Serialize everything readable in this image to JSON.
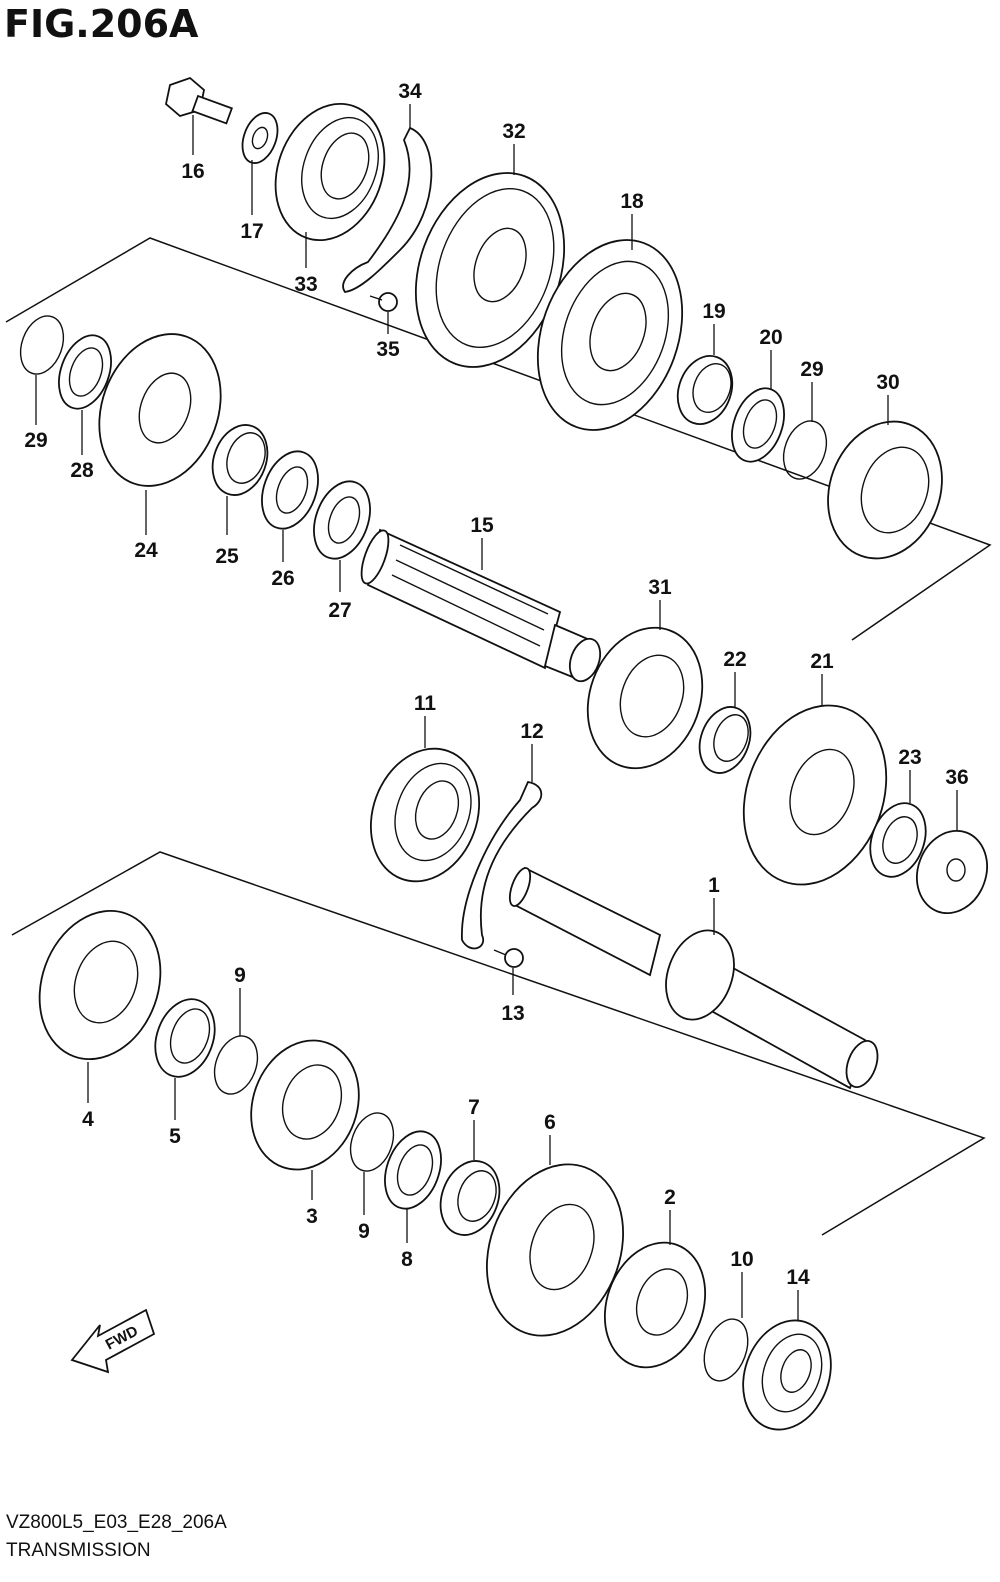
{
  "figure": {
    "title": "FIG.206A",
    "code": "VZ800L5_E03_E28_206A",
    "caption": "TRANSMISSION"
  },
  "fwd_label": "FWD",
  "callouts": [
    {
      "id": "c16",
      "label": "16"
    },
    {
      "id": "c17",
      "label": "17"
    },
    {
      "id": "c33",
      "label": "33"
    },
    {
      "id": "c34",
      "label": "34"
    },
    {
      "id": "c35",
      "label": "35"
    },
    {
      "id": "c32",
      "label": "32"
    },
    {
      "id": "c18",
      "label": "18"
    },
    {
      "id": "c19",
      "label": "19"
    },
    {
      "id": "c20",
      "label": "20"
    },
    {
      "id": "c29a",
      "label": "29"
    },
    {
      "id": "c30",
      "label": "30"
    },
    {
      "id": "c29b",
      "label": "29"
    },
    {
      "id": "c28",
      "label": "28"
    },
    {
      "id": "c24",
      "label": "24"
    },
    {
      "id": "c25",
      "label": "25"
    },
    {
      "id": "c26",
      "label": "26"
    },
    {
      "id": "c27",
      "label": "27"
    },
    {
      "id": "c15",
      "label": "15"
    },
    {
      "id": "c31",
      "label": "31"
    },
    {
      "id": "c22",
      "label": "22"
    },
    {
      "id": "c21",
      "label": "21"
    },
    {
      "id": "c23",
      "label": "23"
    },
    {
      "id": "c36",
      "label": "36"
    },
    {
      "id": "c11",
      "label": "11"
    },
    {
      "id": "c12",
      "label": "12"
    },
    {
      "id": "c13",
      "label": "13"
    },
    {
      "id": "c1",
      "label": "1"
    },
    {
      "id": "c9a",
      "label": "9"
    },
    {
      "id": "c4",
      "label": "4"
    },
    {
      "id": "c5",
      "label": "5"
    },
    {
      "id": "c3",
      "label": "3"
    },
    {
      "id": "c9b",
      "label": "9"
    },
    {
      "id": "c8",
      "label": "8"
    },
    {
      "id": "c7",
      "label": "7"
    },
    {
      "id": "c6",
      "label": "6"
    },
    {
      "id": "c2",
      "label": "2"
    },
    {
      "id": "c10",
      "label": "10"
    },
    {
      "id": "c14",
      "label": "14"
    }
  ]
}
